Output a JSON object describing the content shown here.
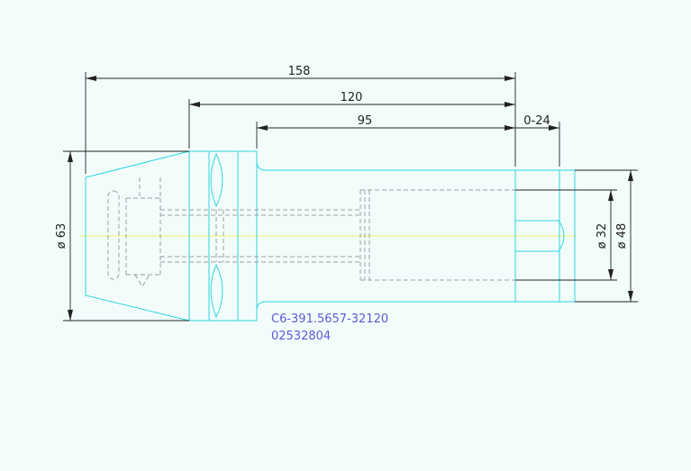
{
  "dimensions": {
    "overall_length": "158",
    "body_length": "120",
    "bore_length": "95",
    "adjust_range": "0-24",
    "diameter_shank": "ø 63",
    "diameter_bore": "ø 32",
    "diameter_head": "ø 48"
  },
  "notes": {
    "part_code": "C6-391.5657-32120",
    "order_number": "02532804"
  },
  "colors": {
    "background": "#f2fdfb",
    "outline": "#2fd4e0",
    "dimension": "#222222",
    "hidden": "#9aa0a0",
    "centerline": "#f0f070",
    "note": "#5a5ad8"
  }
}
